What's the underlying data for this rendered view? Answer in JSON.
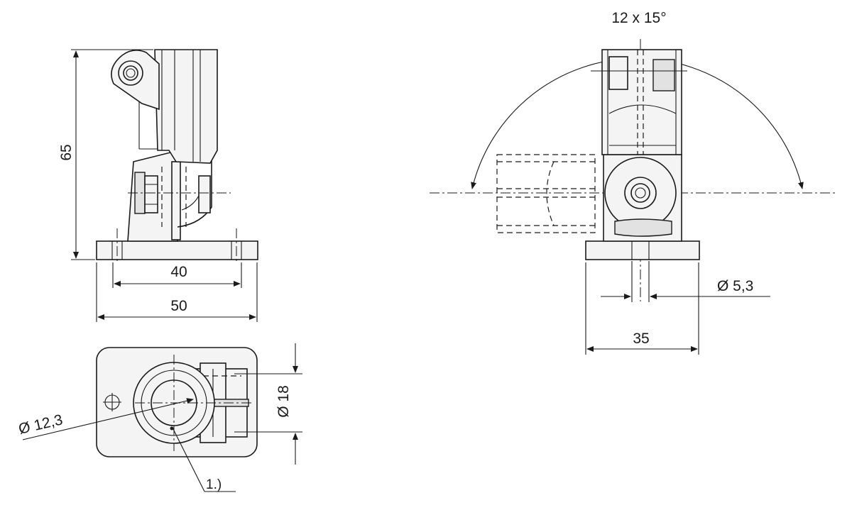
{
  "drawing": {
    "views": {
      "front_view": {
        "dim_height": "65",
        "dim_hole_spacing": "40",
        "dim_base_width": "50"
      },
      "side_view": {
        "dim_rotation": "12 x 15°",
        "dim_hole_diameter": "Ø 5,3",
        "dim_base_width": "35"
      },
      "top_view": {
        "dim_bore_diameter": "Ø 12,3",
        "dim_clamp_diameter": "Ø 18",
        "note_marker": "1.)"
      }
    }
  }
}
